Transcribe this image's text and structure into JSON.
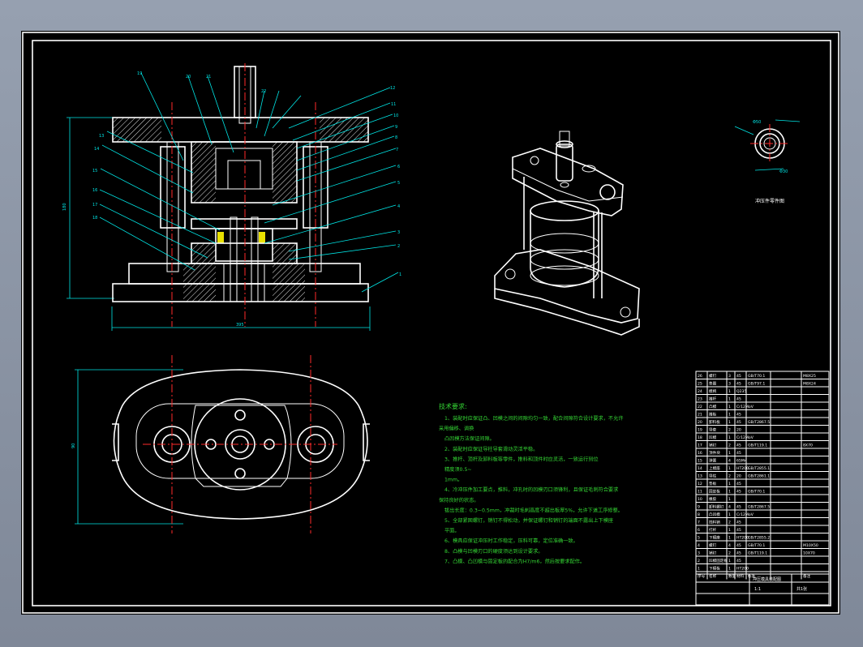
{
  "colors": {
    "background": "#000000",
    "outline": "#ffffff",
    "dimension": "#00e6e6",
    "centerline": "#ff2a2a",
    "notes": "#34d634",
    "highlight": "#e8e000"
  },
  "views": {
    "front_section": {
      "dimensions": {
        "height": "180",
        "width": "395"
      }
    },
    "top_view": {
      "dimensions": {
        "height": "90"
      }
    },
    "part_drawing": {
      "caption": "冲压件零件图",
      "dimensions": [
        "Φ50",
        "Φ30"
      ]
    }
  },
  "leaders": {
    "left": [
      "13",
      "14",
      "15",
      "16",
      "17",
      "18",
      "19",
      "20",
      "21",
      "22"
    ],
    "right": [
      "1",
      "2",
      "3",
      "4",
      "5",
      "6",
      "7",
      "8",
      "9",
      "10",
      "11",
      "12"
    ]
  },
  "notes": {
    "title": "技术要求:",
    "lines": [
      "1、装配时应保证凸、凹模之间的间隙均匀一致，配合间隙符合设计要求，不允许",
      "采用偏移、调换",
      "凸凹模方法保证间隙。",
      "2、装配时应保证导柱导套滑动灵活平稳。",
      "3、推杆、顶杆及卸料板等零件，推料和顶件时应灵活，一致运行到位",
      "精度须0.5~",
      "1mm。",
      "4、冷冲压件加工要点，推料，冲孔时的凹模刃口须锋利，且保证毛刺符合要求",
      "保持良好的状态。",
      "拔出长度：0.3~0.5mm，冲裁时毛刺高度不超出板厚5%，允许下道工序修整。",
      "5、全部紧固螺钉，销钉不得松动，并保证螺钉和销钉的端面不露出上下模座",
      "平面。",
      "6、模具应保证冲压时工作稳定，压料可靠，定位准确一致。",
      "8、凸模与凹模刃口的硬度须达到设计要求。",
      "7、凸模、凸凹模与固定板的配合为H7/m6，然后按要求配作。"
    ]
  },
  "bom": {
    "rows": [
      [
        "26",
        "螺钉",
        "3",
        "45",
        "GB/T70.1",
        "M8X25"
      ],
      [
        "25",
        "垫圈",
        "3",
        "45",
        "GB/T97.1",
        "M8X24"
      ],
      [
        "24",
        "模柄",
        "1",
        "Q235",
        "",
        ""
      ],
      [
        "23",
        "推杆",
        "1",
        "45",
        "",
        ""
      ],
      [
        "22",
        "凸模",
        "1",
        "Cr12MoV",
        "",
        ""
      ],
      [
        "21",
        "推板",
        "1",
        "45",
        "",
        ""
      ],
      [
        "20",
        "卸料板",
        "1",
        "45",
        "GB/T2867.5",
        ""
      ],
      [
        "19",
        "导套",
        "2",
        "20",
        "",
        ""
      ],
      [
        "18",
        "凹模",
        "1",
        "Cr12MoV",
        "",
        ""
      ],
      [
        "17",
        "销钉",
        "2",
        "45",
        "GB/T119.1",
        "8X70"
      ],
      [
        "16",
        "顶件块",
        "1",
        "45",
        "",
        ""
      ],
      [
        "15",
        "弹簧",
        "4",
        "65Mn",
        "",
        ""
      ],
      [
        "14",
        "上模座",
        "1",
        "HT200",
        "GB/T2855.1",
        ""
      ],
      [
        "13",
        "导柱",
        "2",
        "20",
        "GB/T2861.1",
        ""
      ],
      [
        "12",
        "垫板",
        "1",
        "45",
        "",
        ""
      ],
      [
        "11",
        "固定板",
        "1",
        "45",
        "GB/T70.1",
        ""
      ],
      [
        "10",
        "橡胶",
        "1",
        "",
        "",
        ""
      ],
      [
        "9",
        "卸料螺钉",
        "4",
        "45",
        "GB/T2867.5",
        ""
      ],
      [
        "8",
        "凸凹模",
        "1",
        "Cr12MoV",
        "",
        ""
      ],
      [
        "7",
        "挡料销",
        "2",
        "45",
        "",
        ""
      ],
      [
        "6",
        "打杆",
        "1",
        "45",
        "",
        ""
      ],
      [
        "5",
        "下模座",
        "1",
        "HT200",
        "GB/T2855.2",
        ""
      ],
      [
        "4",
        "螺钉",
        "4",
        "45",
        "GB/T70.1",
        "M10X50"
      ],
      [
        "3",
        "销钉",
        "2",
        "45",
        "GB/T119.1",
        "10X70"
      ],
      [
        "2",
        "凹模固定板",
        "1",
        "45",
        "",
        ""
      ],
      [
        "1",
        "下模板",
        "1",
        "HT200",
        "",
        ""
      ]
    ],
    "header": [
      "序号",
      "名称",
      "数量",
      "材料",
      "标准",
      "备注"
    ]
  },
  "title_block": {
    "name": "冲压模具装配图",
    "scale": "1:1",
    "sheet": "共1张"
  }
}
